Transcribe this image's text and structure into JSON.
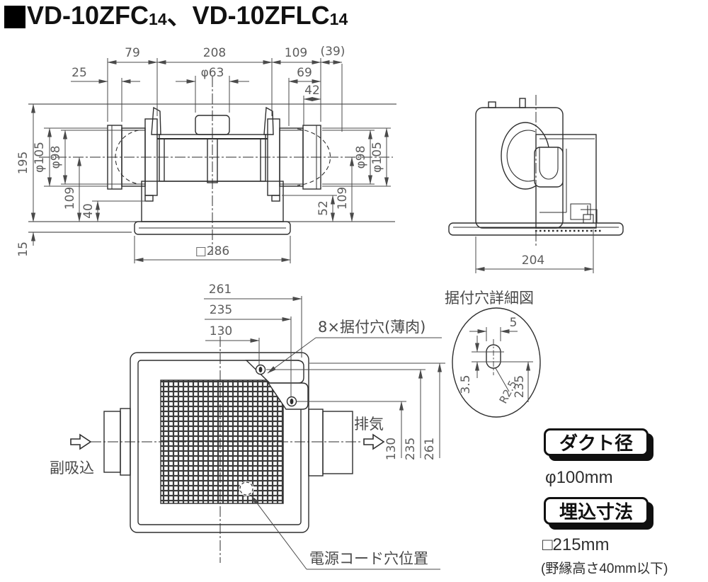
{
  "title": {
    "model1": "VD-10ZFC",
    "sub1": "14",
    "sep": "、",
    "model2": "VD-10ZFLC",
    "sub2": "14"
  },
  "front_view": {
    "top_79": "79",
    "top_208": "208",
    "top_109": "109",
    "top_39": "(39)",
    "top_25": "25",
    "top_phi63": "φ63",
    "top_69": "69",
    "top_42": "42",
    "left_195": "195",
    "left_phi105": "φ105",
    "left_phi98": "φ98",
    "left_109": "109",
    "left_40": "40",
    "left_15": "15",
    "bottom_286": "□286",
    "right_phi98": "φ98",
    "right_phi105": "φ105",
    "right_52": "52",
    "right_109": "109"
  },
  "side_view": {
    "width_204": "204"
  },
  "bottom_view": {
    "top_261": "261",
    "top_235": "235",
    "top_130": "130",
    "mount_holes_label": "8×据付穴(薄肉)",
    "exhaust_label": "排気",
    "sub_intake_label": "副吸込",
    "right_130": "130",
    "right_235": "235",
    "right_261": "261",
    "power_cord_label": "電源コード穴位置"
  },
  "detail_view": {
    "title": "据付穴詳細図",
    "width_5": "5",
    "offset_3_5": "3.5",
    "radius": "R2.5",
    "pitch_235": "235"
  },
  "specs": {
    "duct_heading": "ダクト径",
    "duct_value": "φ100mm",
    "embed_heading": "埋込寸法",
    "embed_value": "□215mm",
    "embed_note": "(野縁高さ40mm以下)"
  },
  "colors": {
    "line": "#2e2e2e",
    "dim": "#5d5d5d",
    "title": "#111111",
    "background": "#ffffff"
  }
}
